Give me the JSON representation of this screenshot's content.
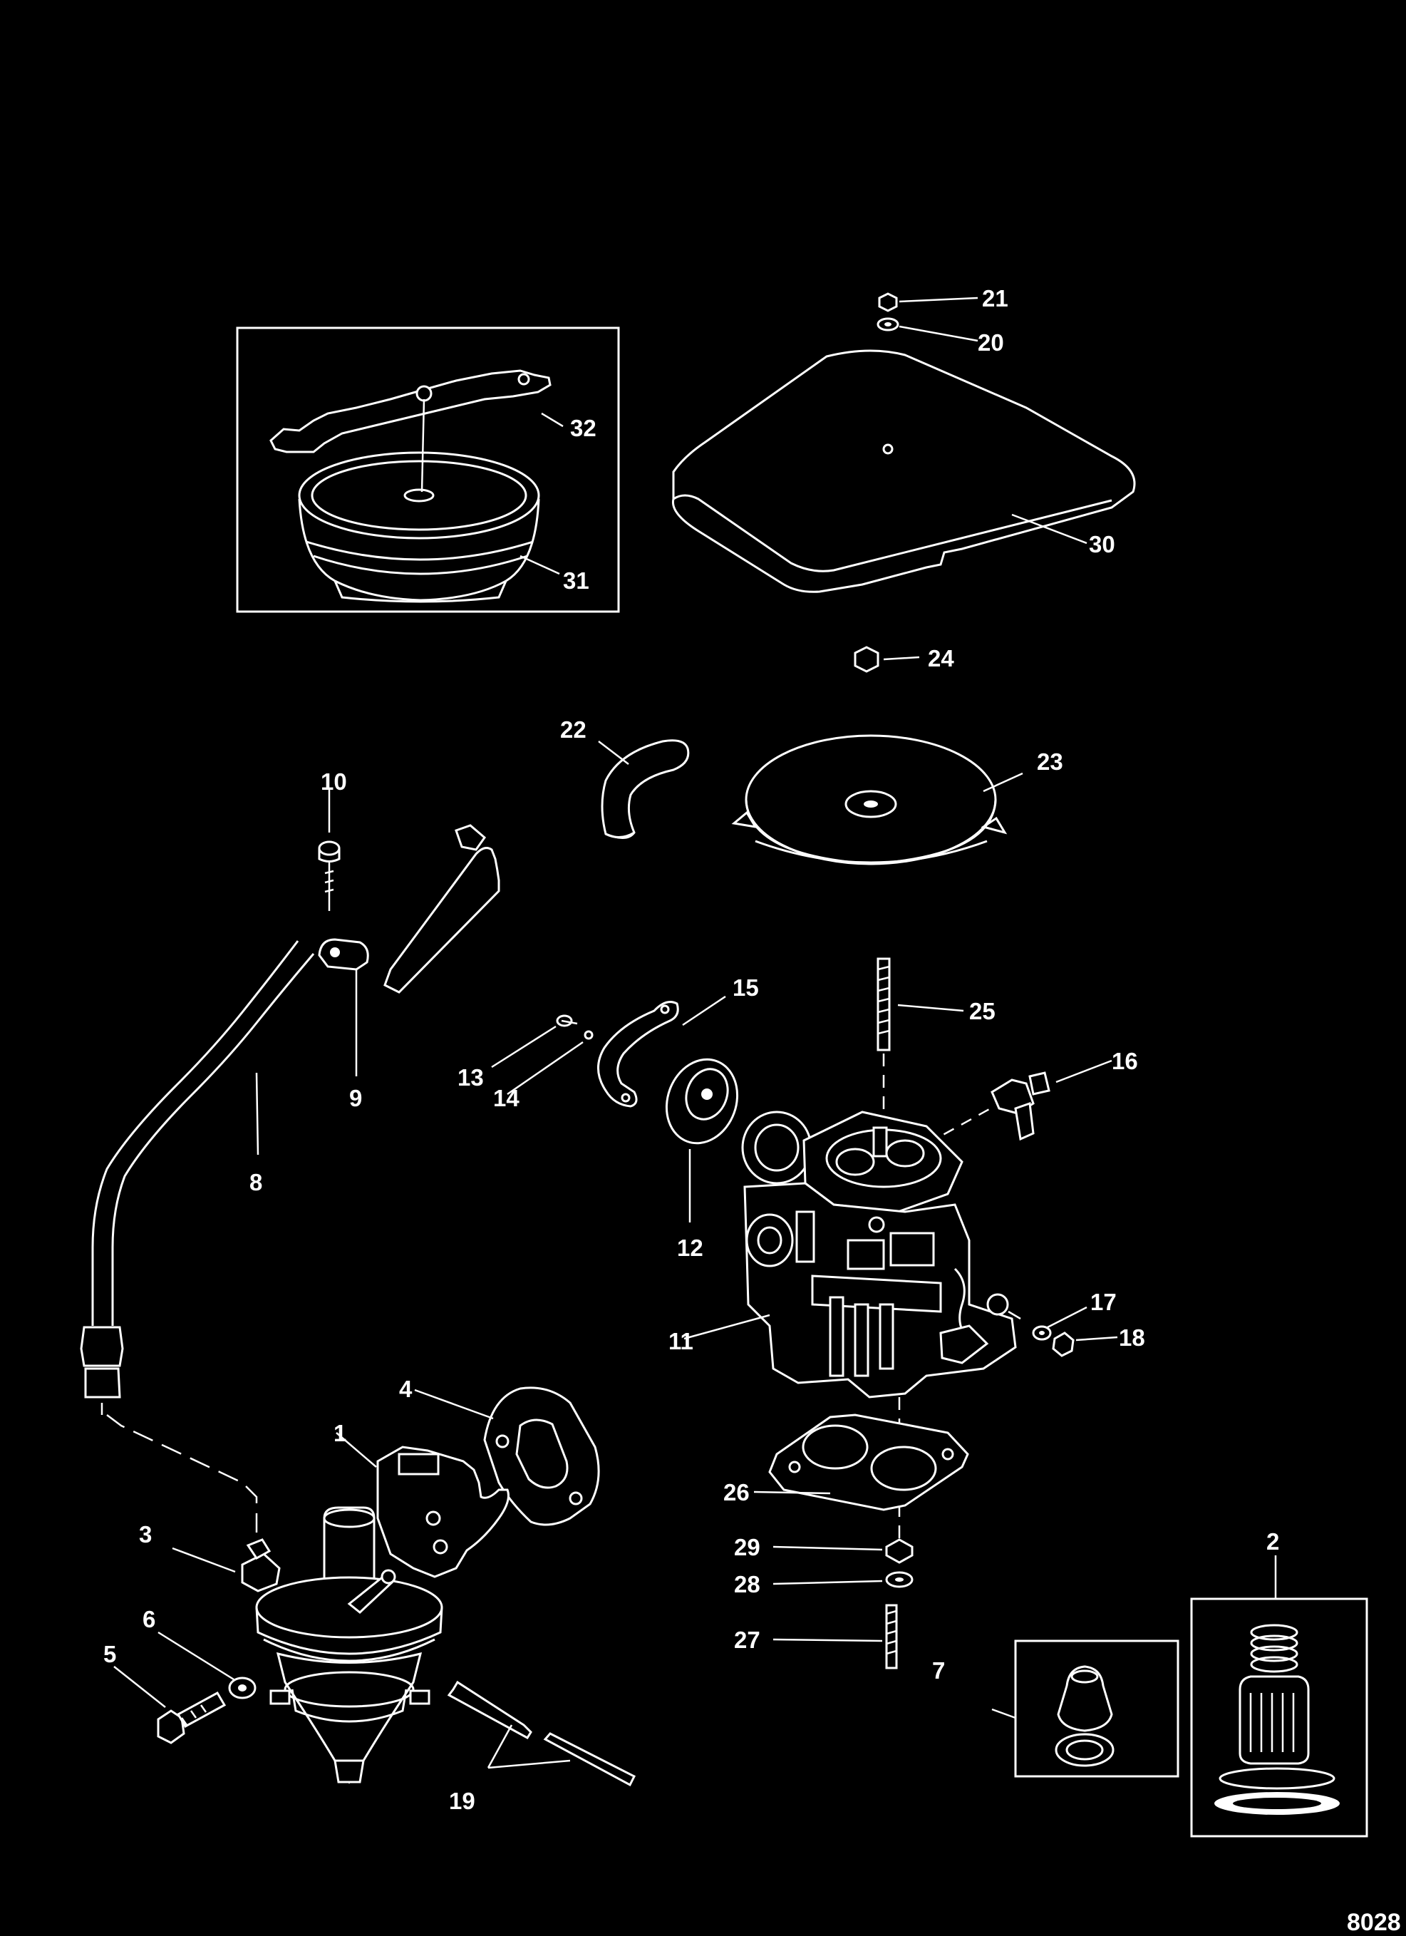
{
  "diagram": {
    "reference_number": "8028",
    "callouts": [
      "1",
      "2",
      "3",
      "4",
      "5",
      "6",
      "7",
      "8",
      "9",
      "10",
      "11",
      "12",
      "13",
      "14",
      "15",
      "16",
      "17",
      "18",
      "19",
      "20",
      "21",
      "22",
      "23",
      "24",
      "25",
      "26",
      "27",
      "28",
      "29",
      "30",
      "31",
      "32"
    ]
  }
}
